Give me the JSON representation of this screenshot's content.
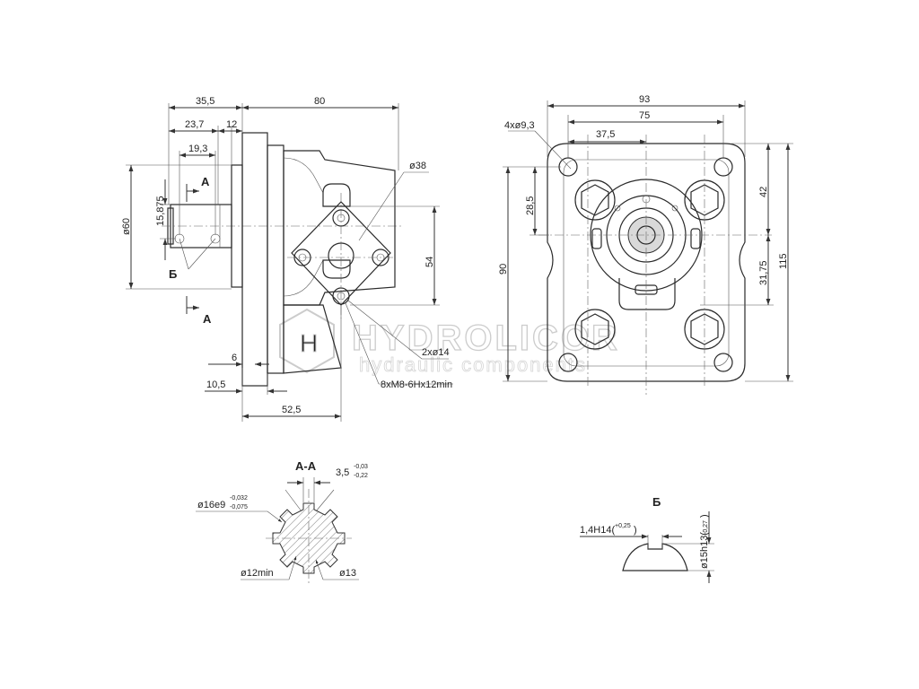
{
  "watermark": {
    "brand": "HYDROLICOR",
    "tagline": "hydraulic components"
  },
  "side_view": {
    "dim_35_5": "35,5",
    "dim_80": "80",
    "dim_23_7": "23,7",
    "dim_12": "12",
    "dim_19_3": "19,3",
    "dim_15_875": "15,875",
    "dim_d60": "ø60",
    "dim_d38": "ø38",
    "dim_54": "54",
    "dim_6": "6",
    "dim_10_5": "10,5",
    "dim_52_5": "52,5",
    "dim_2xd14": "2xø14",
    "dim_thread": "8xM8-6Hx12min",
    "section_mark": "A",
    "section_mark_bottom": "A",
    "detail_mark": "Б"
  },
  "front_view": {
    "dim_93": "93",
    "dim_75": "75",
    "dim_37_5": "37,5",
    "dim_4xd9_3": "4xø9,3",
    "dim_28_5": "28,5",
    "dim_90": "90",
    "dim_42": "42",
    "dim_31_75": "31,75",
    "dim_115": "115"
  },
  "section_aa": {
    "title": "A-A",
    "dim_3_5": "3,5",
    "tol_3_5_upper": "-0,03",
    "tol_3_5_lower": "-0,22",
    "dim_d16e9": "ø16e9",
    "tol_d16_upper": "-0,032",
    "tol_d16_lower": "-0,075",
    "dim_d12min": "ø12min",
    "dim_d13": "ø13"
  },
  "detail_b": {
    "title": "Б",
    "dim_1_4h14": "1,4H14(",
    "tol_1_4": "+0,25",
    "dim_close": ")",
    "dim_d15h13": "ø15h13(",
    "tol_d15": "-0,27",
    "dim_d15_close": ")"
  }
}
